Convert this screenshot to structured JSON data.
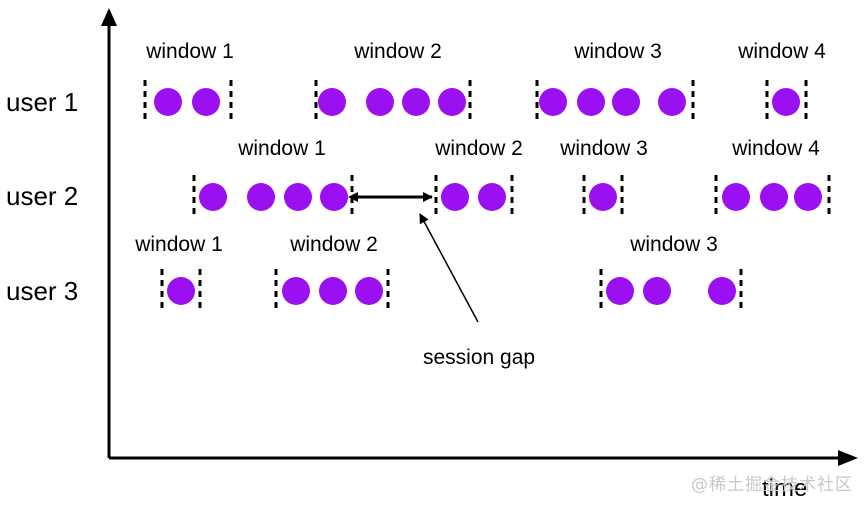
{
  "colors": {
    "event": "#9b10f0",
    "ink": "#000000",
    "watermark": "#c8c8c8"
  },
  "axes": {
    "x_label": "time"
  },
  "users": [
    {
      "label": "user 1",
      "windows": [
        {
          "label": "window 1",
          "events": 2
        },
        {
          "label": "window 2",
          "events": 4
        },
        {
          "label": "window 3",
          "events": 4
        },
        {
          "label": "window 4",
          "events": 1
        }
      ]
    },
    {
      "label": "user 2",
      "windows": [
        {
          "label": "window 1",
          "events": 4
        },
        {
          "label": "window 2",
          "events": 2
        },
        {
          "label": "window 3",
          "events": 1
        },
        {
          "label": "window 4",
          "events": 3
        }
      ]
    },
    {
      "label": "user 3",
      "windows": [
        {
          "label": "window 1",
          "events": 1
        },
        {
          "label": "window 2",
          "events": 3
        },
        {
          "label": "window 3",
          "events": 3
        }
      ]
    }
  ],
  "annotation": {
    "text": "session gap"
  },
  "watermark": {
    "text": "@稀土掘金技术社区"
  }
}
